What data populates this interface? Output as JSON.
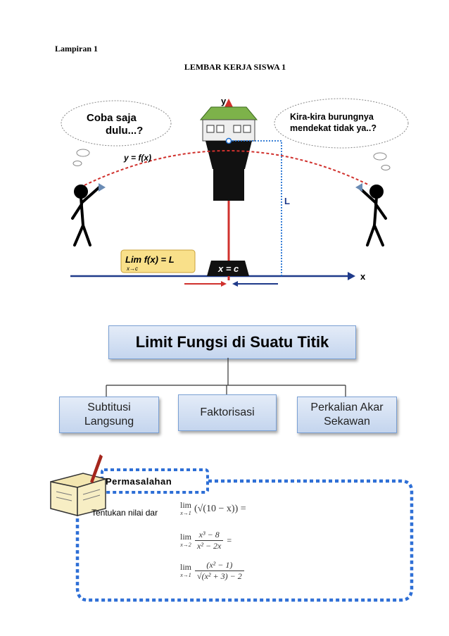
{
  "header": {
    "lampiran": "Lampiran  1",
    "title": "LEMBAR KERJA SISWA 1"
  },
  "illustration": {
    "thought_left": [
      "Coba  saja",
      "dulu...?"
    ],
    "thought_right": [
      "Kira-kira burungnya",
      "mendekat tidak ya..?"
    ],
    "function_label": "y = f(x)",
    "y_axis": "y",
    "x_axis": "x",
    "limit_value_label": "L",
    "limit_box": "Lim f(x) = L",
    "limit_sub": "x→c",
    "x_eq_c": "x = c"
  },
  "concept_map": {
    "title": "Limit Fungsi di Suatu Titik",
    "branches": [
      {
        "line1": "Subtitusi",
        "line2": "Langsung"
      },
      {
        "line1": "Faktorisasi",
        "line2": ""
      },
      {
        "line1": "Perkalian Akar",
        "line2": "Sekawan"
      }
    ]
  },
  "problem": {
    "label": "Permasalahan",
    "instruction": "Tentukan nilai dar",
    "items": [
      {
        "lim": "lim",
        "sub": "x→1",
        "expr": "(√(10 − x)) ="
      },
      {
        "lim": "lim",
        "sub": "x→2",
        "num": "x³ − 8",
        "den": "x² − 2x",
        "tail": "="
      },
      {
        "lim": "lim",
        "sub": "x→1",
        "num": "(x² − 1)",
        "den": "√(x² + 3) − 2",
        "tail": ""
      }
    ]
  },
  "colors": {
    "curve": "#d0312d",
    "axis": "#1f3a8a",
    "dotted": "#1f6fd1",
    "frame": "#2e6fd6",
    "box_fill": "#c8d8f0",
    "limit_box_fill": "#f9e08a"
  },
  "icons": [
    "thought-cloud-icon",
    "stick-figure-icon",
    "bird-icon",
    "house-tower-icon",
    "book-quill-icon"
  ]
}
